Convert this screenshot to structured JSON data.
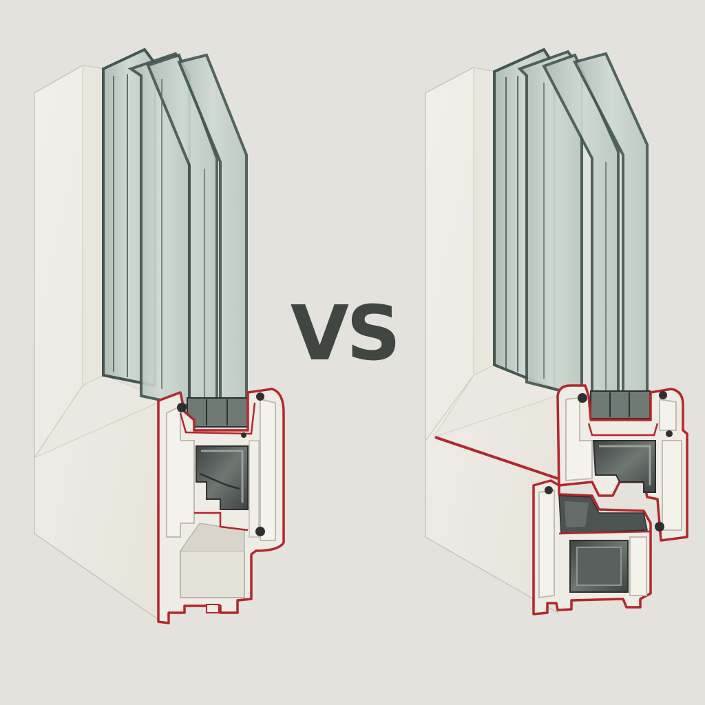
{
  "comparison": {
    "label": "VS",
    "left_item": "window-profile-triple-glazing-slim",
    "right_item": "window-profile-triple-glazing-deep"
  },
  "colors": {
    "background": "#e3e2dd",
    "pvc_face": "#efede6",
    "pvc_side": "#e2dfd7",
    "pvc_shadow": "#d4d1c8",
    "section_outline": "#b3272a",
    "glass_fill": "#c7d3cc",
    "glass_edge": "#445650",
    "glass_dark": "#5b6d66",
    "steel_reinforcement": "#4a504d",
    "seal": "#2e2f2e",
    "spacer_warm": "#d98a78",
    "vs_text": "#424640"
  }
}
